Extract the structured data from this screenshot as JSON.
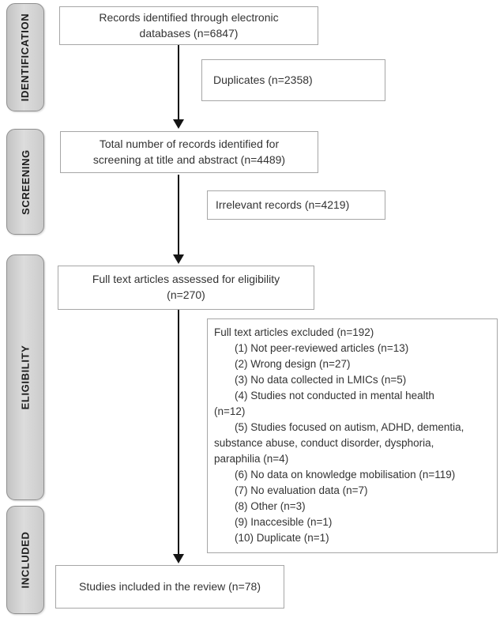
{
  "flow": {
    "stages": [
      {
        "label": "IDENTIFICATION"
      },
      {
        "label": "SCREENING"
      },
      {
        "label": "ELIGIBILITY"
      },
      {
        "label": "INCLUDED"
      }
    ],
    "records_box": {
      "lines": [
        "Records identified through electronic",
        "databases (n=6847)"
      ]
    },
    "duplicates_box": {
      "label": "Duplicates (n=2358)"
    },
    "screening_box": {
      "lines": [
        "Total number of records identified for",
        "screening at title and abstract (n=4489)"
      ]
    },
    "irrelevant_box": {
      "label": "Irrelevant records (n=4219)"
    },
    "eligibility_box": {
      "lines": [
        "Full text articles assessed for eligibility",
        "(n=270)"
      ]
    },
    "exclusion_box": {
      "lines": [
        "Full text articles excluded (n=192)",
        "(1) Not peer-reviewed articles (n=13)",
        "(2) Wrong design (n=27)",
        "(3) No data collected in LMICs (n=5)",
        "(4) Studies not conducted in mental health",
        "(n=12)",
        "(5) Studies focused on autism, ADHD, dementia,",
        "substance abuse, conduct disorder, dysphoria,",
        "paraphilia (n=4)",
        "(6) No data on knowledge mobilisation (n=119)",
        "(7) No evaluation data (n=7)",
        "(8) Other (n=3)",
        "(9) Inaccesible (n=1)",
        "(10) Duplicate (n=1)"
      ]
    },
    "included_box": {
      "label": "Studies included in the review (n=78)"
    },
    "colors": {
      "stage_fill": "#d2d2d2",
      "stage_border": "#8f8f8f",
      "box_border": "#a6a6a6",
      "arrow": "#141414",
      "text": "#333333"
    }
  }
}
